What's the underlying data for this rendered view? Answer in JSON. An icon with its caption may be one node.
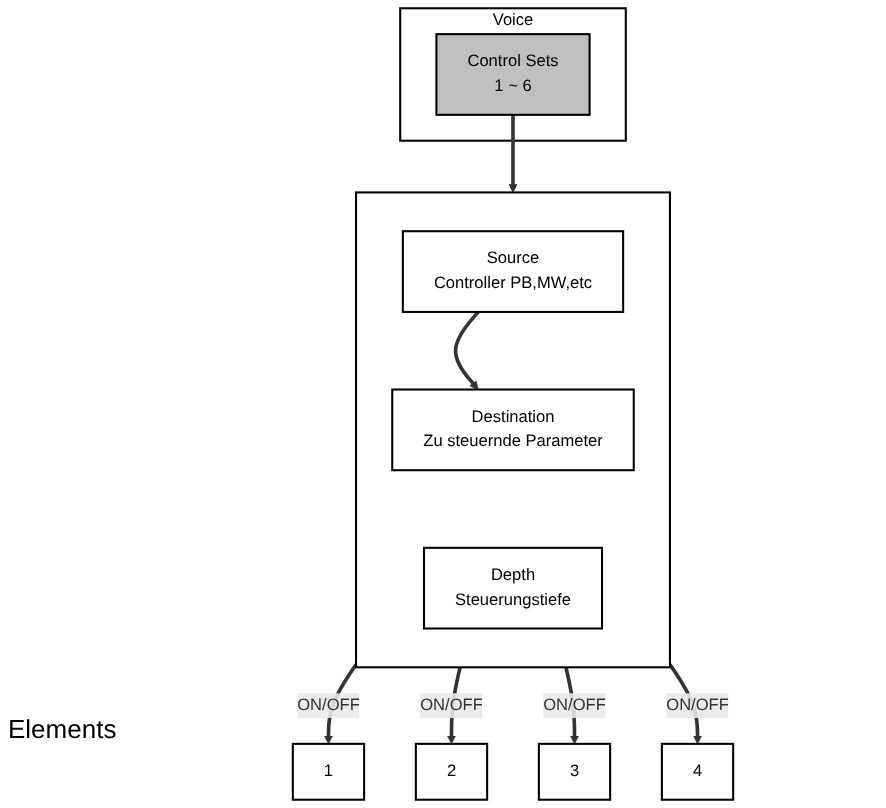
{
  "diagram": {
    "nodes": [
      {
        "text": [
          "Voice"
        ]
      },
      {
        "text": [
          "Control Sets",
          "1 ~ 6"
        ],
        "in": 0
      },
      {
        "text": [],
        "shape": "box"
      },
      {
        "text": [
          "Source",
          "Controller PB,MW,etc"
        ],
        "in": 2
      },
      {
        "text": [
          "Destination",
          "Zu steuernde Parameter"
        ],
        "in": 2
      },
      {
        "text": [
          "Depth",
          "Steuerungstiefe"
        ],
        "in": 2
      },
      {
        "text": [
          "1"
        ]
      },
      {
        "text": [
          "2"
        ]
      },
      {
        "text": [
          "3"
        ]
      },
      {
        "text": [
          "4"
        ]
      }
    ],
    "edges": [
      {
        "from": 1,
        "to": 2,
        "arrow": "to"
      },
      {
        "from": 3,
        "to": 4,
        "arrow": "to"
      },
      {
        "from": 2,
        "to": 6,
        "arrow": "to",
        "label": "ON/OFF"
      },
      {
        "from": 2,
        "to": 7,
        "arrow": "to",
        "label": "ON/OFF"
      },
      {
        "from": 2,
        "to": 8,
        "arrow": "to",
        "label": "ON/OFF"
      },
      {
        "from": 2,
        "to": 9,
        "arrow": "to",
        "label": "ON/OFF"
      }
    ],
    "labels": [
      "Elements"
    ]
  }
}
